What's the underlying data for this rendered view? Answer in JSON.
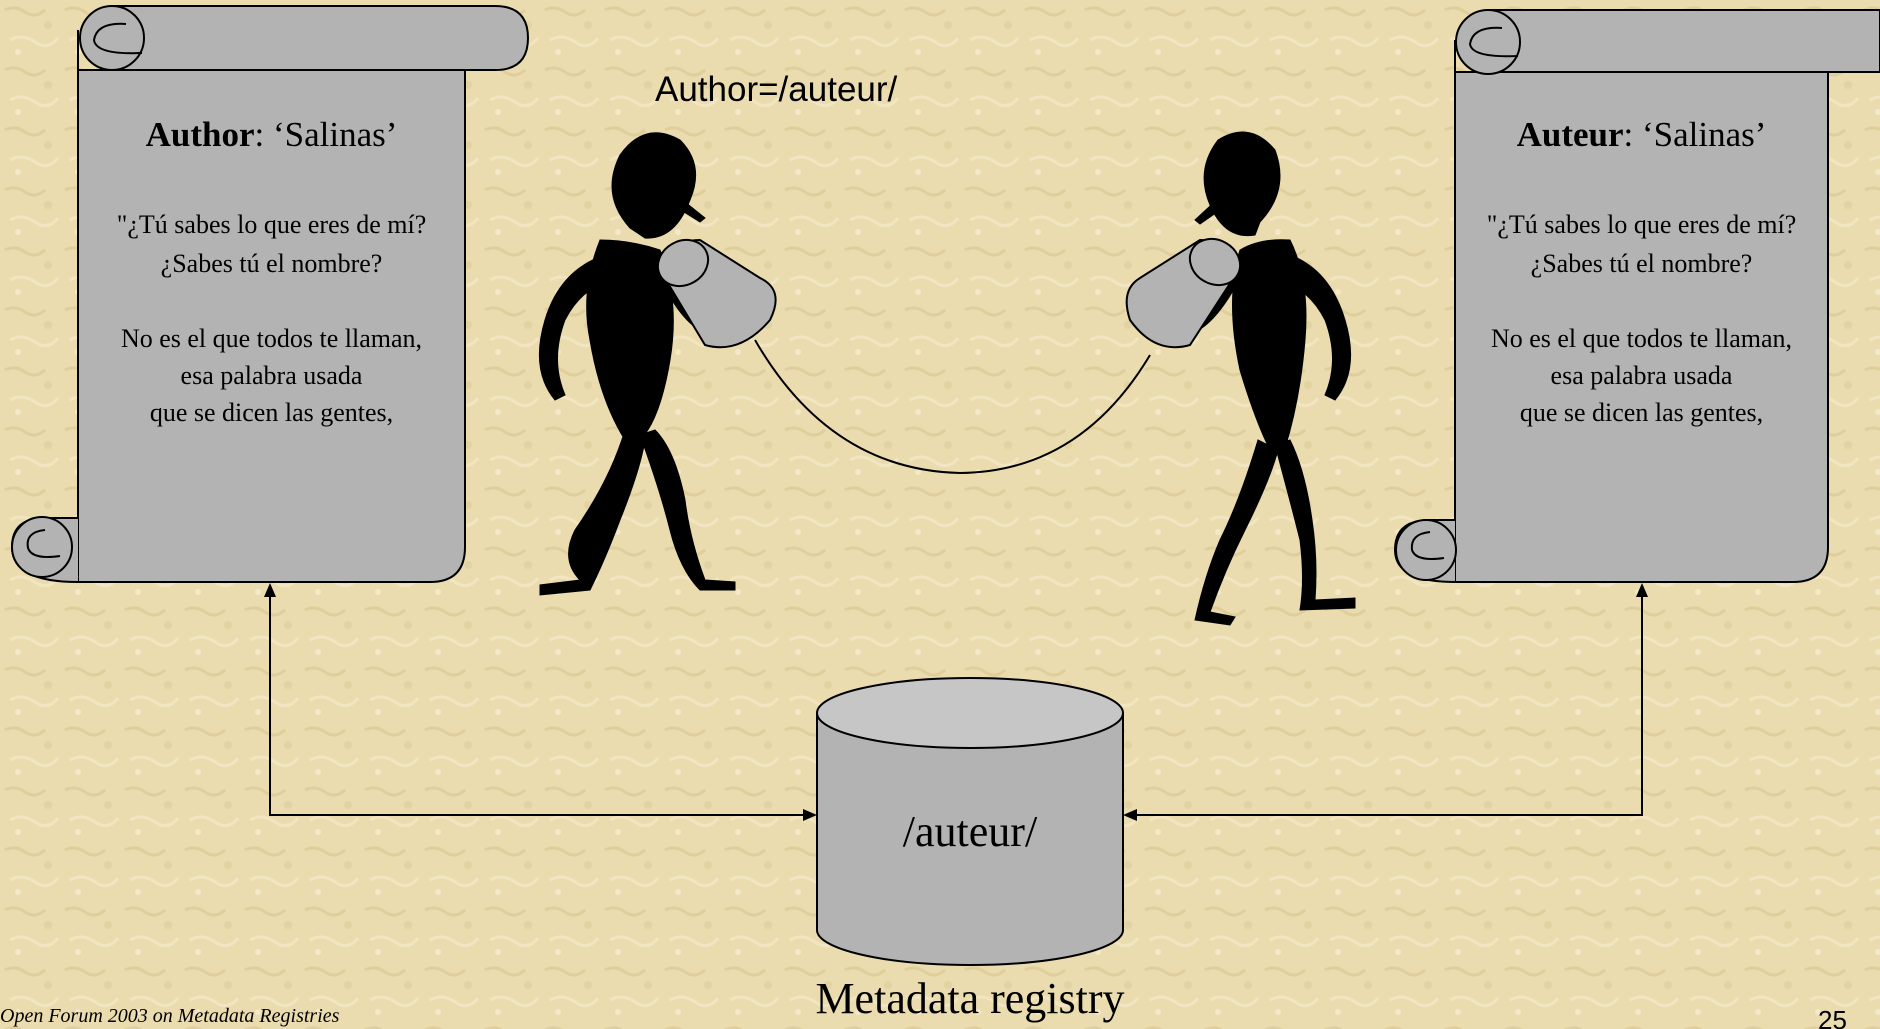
{
  "left_scroll": {
    "title_bold": "Author",
    "title_rest": ": ‘Salinas’",
    "poem_lines": [
      "\"¿Tú sabes lo que eres de mí?",
      "¿Sabes tú el nombre?",
      "",
      "No es el que todos te llaman,",
      "esa palabra usada",
      "que se dicen las gentes,"
    ]
  },
  "right_scroll": {
    "title_bold": "Auteur",
    "title_rest": ": ‘Salinas’",
    "poem_lines": [
      "\"¿Tú sabes lo que eres de mí?",
      "¿Sabes tú el nombre?",
      "",
      "No es el que todos te llaman,",
      "esa palabra usada",
      "que se dicen las gentes,"
    ]
  },
  "mapping_label": "Author=/auteur/",
  "registry": {
    "value": "/auteur/",
    "caption": "Metadata registry"
  },
  "footer_text": "Open Forum 2003 on Metadata Registries",
  "slide_number": "25",
  "colors": {
    "background": "#eadcae",
    "scroll_fill": "#b3b3b3",
    "cylinder_fill": "#b3b3b3",
    "stroke": "#000000"
  },
  "icons": [
    "person-left-icon",
    "person-right-icon",
    "tin-can-icon"
  ]
}
